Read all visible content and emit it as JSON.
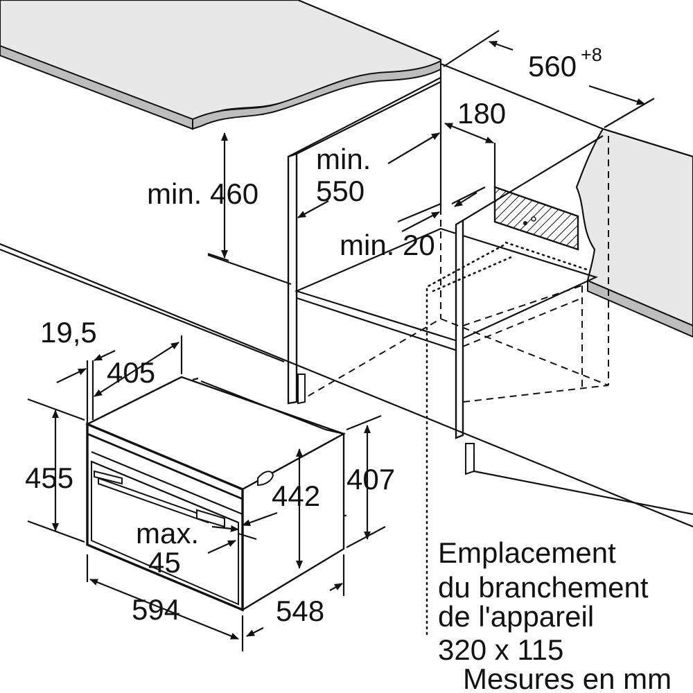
{
  "dimensions": {
    "width_560": "560",
    "width_560_sup": "+8",
    "d180": "180",
    "min550_a": "min.",
    "min550_b": "550",
    "min460": "min. 460",
    "min20": "min. 20",
    "d19_5": "19,5",
    "d405": "405",
    "d455": "455",
    "d442": "442",
    "d407": "407",
    "max45_a": "max.",
    "max45_b": "45",
    "d594": "594",
    "d548": "548"
  },
  "note": {
    "line1": "Emplacement",
    "line2": "du branchement",
    "line3": "de l'appareil",
    "line4": "320 x 115",
    "units": "Mesures en mm"
  },
  "colors": {
    "line": "#111111",
    "countertop_top": "#e6e6e6",
    "countertop_edge": "#bdbdbd",
    "background": "#ffffff"
  }
}
